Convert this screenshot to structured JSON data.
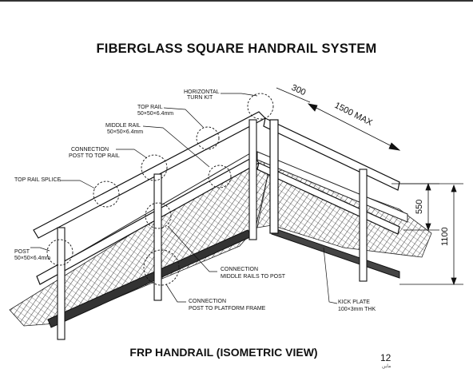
{
  "title": "FIBERGLASS SQUARE HANDRAIL SYSTEM",
  "caption": "FRP HANDRAIL (ISOMETRIC VIEW)",
  "page_number": "12",
  "page_number_sub": "ماين",
  "labels": {
    "horizontal_turn_kit_1": "HORIZONTAL",
    "horizontal_turn_kit_2": "TURN KIT",
    "top_rail_1": "TOP RAIL",
    "top_rail_2": "50×50×6.4mm",
    "middle_rail_1": "MIDDLE RAIL",
    "middle_rail_2": "50×50×6.4mm",
    "connection_post_top_1": "CONNECTION",
    "connection_post_top_2": "POST TO TOP RAIL",
    "top_rail_splice": "TOP RAIL SPLICE",
    "post_1": "POST",
    "post_2": "50×50×6.4mm",
    "connection_middle_1": "CONNECTION",
    "connection_middle_2": "MIDDLE RAILS TO POST",
    "connection_frame_1": "CONNECTION",
    "connection_frame_2": "POST TO PLATFORM FRAME",
    "kick_plate_1": "KICK PLATE",
    "kick_plate_2": "100×3mm THK"
  },
  "dimensions": {
    "turn_kit_length": "300",
    "max_span": "1500 MAX",
    "middle_rail_height": "550",
    "top_rail_height": "1100"
  }
}
